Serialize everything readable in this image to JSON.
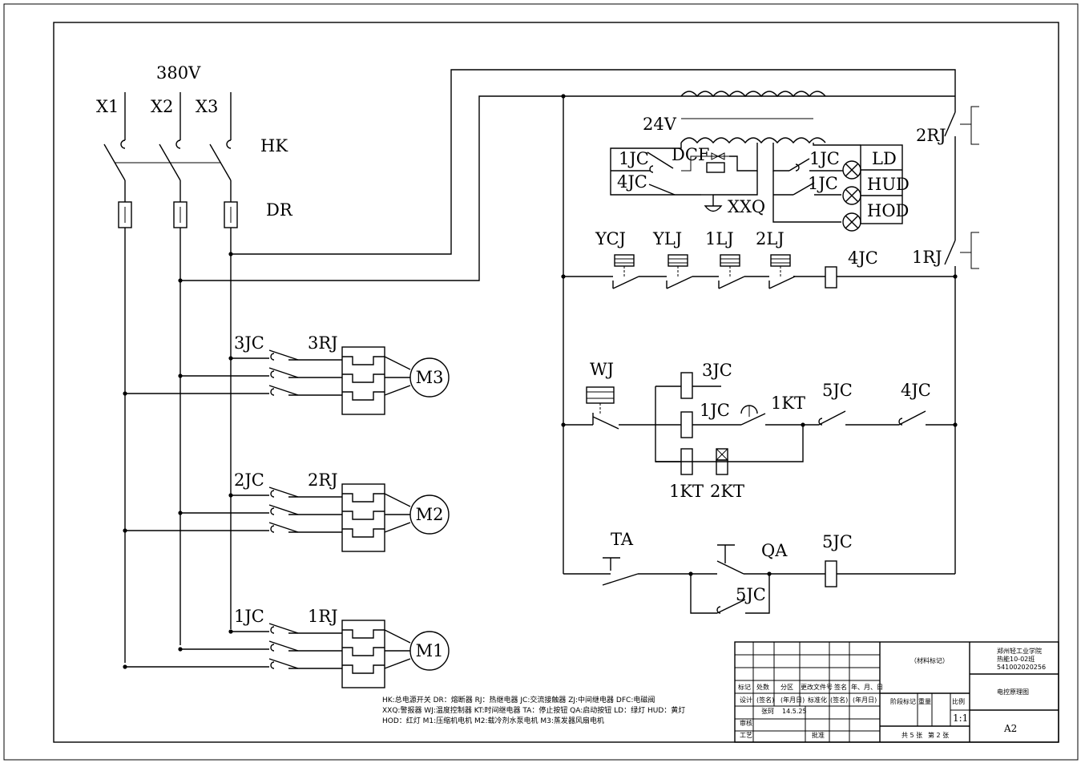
{
  "power": {
    "voltage": "380V",
    "phases": [
      "X1",
      "X2",
      "X3"
    ],
    "main_switch": "HK",
    "fuse": "DR"
  },
  "motors": [
    {
      "contactor": "3JC",
      "relay": "3RJ",
      "motor": "M3"
    },
    {
      "contactor": "2JC",
      "relay": "2RJ",
      "motor": "M2"
    },
    {
      "contactor": "1JC",
      "relay": "1RJ",
      "motor": "M1"
    }
  ],
  "control": {
    "transformer_voltage": "24V",
    "overload_contacts": [
      "2RJ",
      "1RJ"
    ],
    "alarm_circuit": {
      "contacts": [
        "1JC",
        "4JC"
      ],
      "valve": "DCF",
      "alarm": "XXQ"
    },
    "lamp_circuit": {
      "contacts": [
        "1JC",
        "1JC"
      ],
      "lamps": [
        "LD",
        "HUD",
        "HOD"
      ]
    },
    "protection_row": {
      "switches": [
        "YCJ",
        "YLJ",
        "1LJ",
        "2LJ"
      ],
      "coil": "4JC"
    },
    "temperature_row": {
      "controller": "WJ",
      "coils": [
        "3JC",
        "1JC",
        "1KT",
        "2KT"
      ],
      "timer_contact": "1KT",
      "contacts": [
        "5JC",
        "4JC"
      ]
    },
    "start_row": {
      "stop": "TA",
      "start": "QA",
      "hold": "5JC",
      "coil": "5JC"
    }
  },
  "legend_lines": [
    "HK:总电源开关   DR：熔断器   RJ：热继电器   JC:交流接触器   ZJ:中间继电器   DFC:电磁阀",
    "XXQ:警报器   WJ:温度控制器   KT:时间继电器   TA：停止按钮   QA:启动按钮   LD：绿灯   HUD：黄灯",
    "HOD：红灯   M1:压缩机电机   M2:载冷剂水泵电机      M3:蒸发器风扇电机"
  ],
  "title_block": {
    "material": "（材料标记）",
    "school": "郑州轻工业学院",
    "class_name": "热能10-02班",
    "student_no": "541002020256",
    "drawing_name": "电控原理图",
    "row_headers": [
      "标记",
      "处数",
      "分区",
      "更改文件号",
      "签名",
      "年、月、日"
    ],
    "design_label": "设计",
    "sign": "(签名)",
    "date_label": "(年月日)",
    "standard": "标准化",
    "designer": "张珂",
    "design_date": "14.5.25",
    "review": "审核",
    "process": "工艺",
    "approve": "批准",
    "stage": "阶段标记",
    "weight": "重量",
    "scale_label": "比例",
    "scale": "1:1",
    "sheets": "共 5 张",
    "sheet_no": "第 2 张",
    "size": "A2"
  }
}
